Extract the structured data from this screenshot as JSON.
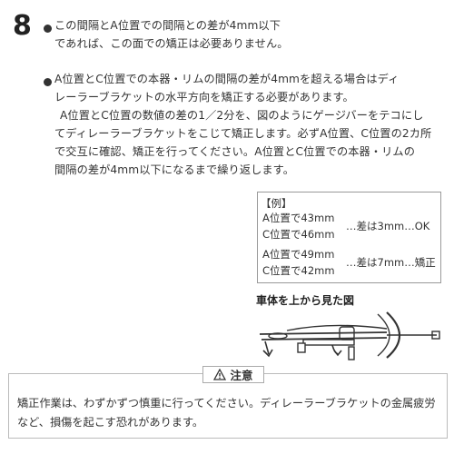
{
  "step": {
    "number": "8"
  },
  "para1": {
    "lines": [
      "この間隔とA位置での間隔との差が4mm以下",
      "であれば、この面での矯正は必要ありません。"
    ]
  },
  "para2": {
    "lines": [
      "A位置とC位置での本器・リムの間隔の差が4mmを超える場合はディ",
      "レーラーブラケットの水平方向を矯正する必要があります。",
      "A位置とC位置の数値の差の1／2分を、図のようにゲージバーをテコにし",
      "てディレーラーブラケットをこじて矯正します。必ずA位置、C位置の2カ所",
      "で交互に確認、矯正を行ってください。A位置とC位置での本器・リムの",
      "間隔の差が4mm以下になるまで繰り返します。"
    ]
  },
  "example": {
    "header": "【例】",
    "case1": {
      "line1": "A位置で43mm",
      "line2": "C位置で46mm",
      "result": "…差は3mm…OK"
    },
    "case2": {
      "line1": "A位置で49mm",
      "line2": "C位置で42mm",
      "result": "…差は7mm…矯正"
    }
  },
  "figure": {
    "title": "車体を上から見た図"
  },
  "caution": {
    "label": "注意",
    "icon": "warning-triangle-icon",
    "lines": [
      "矯正作業は、わずかずつ慎重に行ってください。ディレーラーブラケットの金属疲労",
      "など、損傷を起こす恐れがあります。"
    ]
  }
}
